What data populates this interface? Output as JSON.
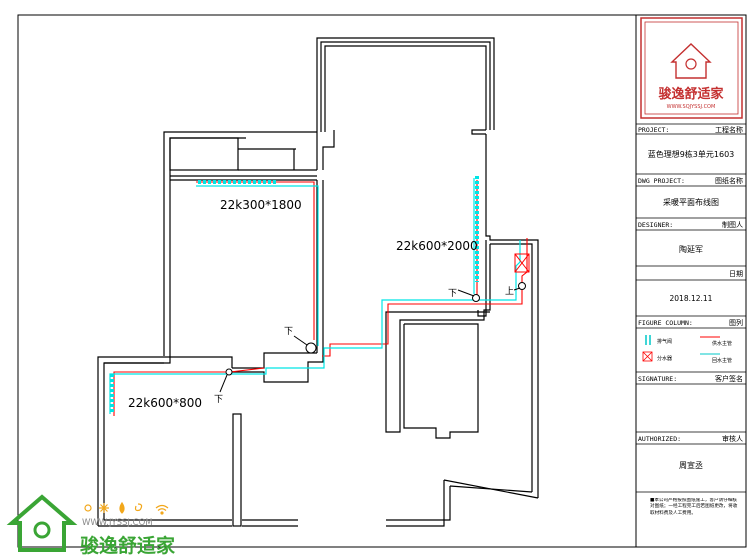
{
  "plan": {
    "radiators": [
      {
        "label": "22k300*1800"
      },
      {
        "label": "22k600*2000"
      },
      {
        "label": "22k600*800"
      }
    ],
    "riser_labels": [
      "下",
      "下",
      "下",
      "上"
    ]
  },
  "title_block": {
    "logo_text": "骏逸舒适家",
    "logo_url": "WWW.SQJYSSJ.COM",
    "project_label": "PROJECT:",
    "project_label_cn": "工程名称",
    "project_value": "蓝色理想9栋3单元1603",
    "dwg_label": "DWG PROJECT:",
    "dwg_label_cn": "图纸名称",
    "dwg_value": "采暖平面布线图",
    "designer_label": "DESIGNER:",
    "designer_label_cn": "制图人",
    "designer_value": "陶延军",
    "date_label_cn": "日期",
    "date_value": "2018.12.11",
    "figure_label": "FIGURE COLUMN:",
    "figure_label_cn": "图列",
    "legend": [
      {
        "symbol": "air-vent",
        "text": "排气阀"
      },
      {
        "symbol": "supply",
        "text": "供水主管"
      },
      {
        "symbol": "manifold",
        "text": "分水器"
      },
      {
        "symbol": "return",
        "text": "回水主管"
      }
    ],
    "signature_label": "SIGNATURE:",
    "signature_label_cn": "客户签名",
    "authorized_label": "AUTHORIZED:",
    "authorized_label_cn": "审核人",
    "authorized_value": "周宣丞",
    "note": "■本公司严格按照图纸施工，客户请仔细核对图纸；一经工程完工后若图纸更改，将收取材料费及人工费用。"
  },
  "watermark": {
    "brand": "骏逸舒适家",
    "url": "WWW.JYSSJ.COM"
  },
  "colors": {
    "wall": "#000000",
    "supply_pipe": "#ff0000",
    "return_pipe": "#00e5e5",
    "logo_red": "#c43030",
    "watermark_green": "#3aa535"
  }
}
